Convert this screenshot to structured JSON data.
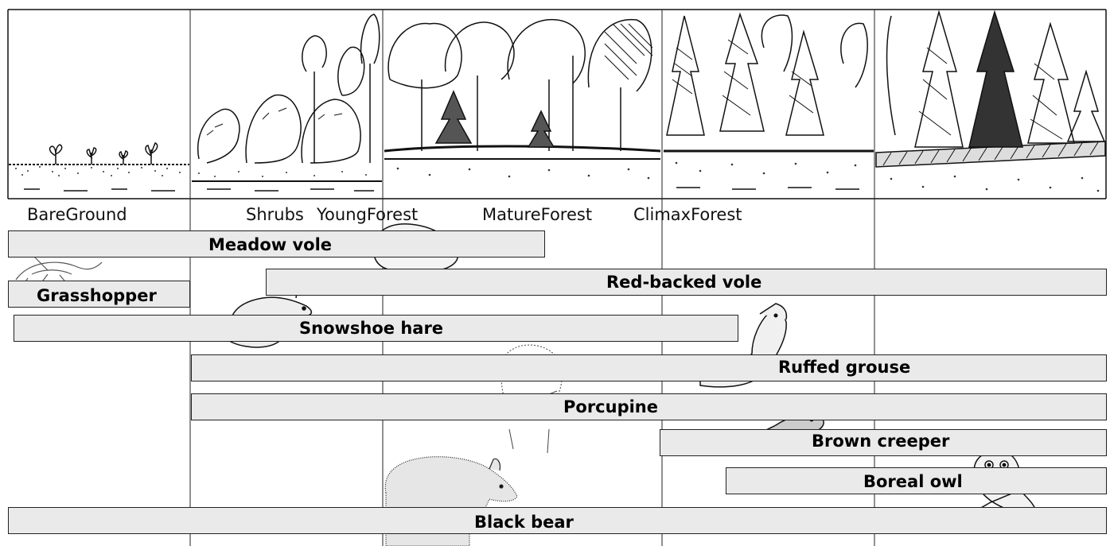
{
  "stages": [
    "BareGround",
    "Shrubs",
    "YoungForest",
    "MatureForest",
    "ClimaxForest"
  ],
  "species": [
    {
      "name": "Meadow vole",
      "from": "BareGround",
      "to": "MatureForest"
    },
    {
      "name": "Grasshopper",
      "from": "BareGround",
      "to": "BareGround"
    },
    {
      "name": "Red-backed vole",
      "from": "Shrubs",
      "to": "ClimaxForest"
    },
    {
      "name": "Snowshoe hare",
      "from": "BareGround",
      "to": "MatureForest"
    },
    {
      "name": "Ruffed grouse",
      "from": "Shrubs",
      "to": "ClimaxForest"
    },
    {
      "name": "Porcupine",
      "from": "Shrubs",
      "to": "ClimaxForest"
    },
    {
      "name": "Brown creeper",
      "from": "MatureForest",
      "to": "ClimaxForest"
    },
    {
      "name": "Boreal owl",
      "from": "MatureForest",
      "to": "ClimaxForest"
    },
    {
      "name": "Black bear",
      "from": "BareGround",
      "to": "ClimaxForest"
    }
  ],
  "icons": [
    "plant-icon",
    "tree-icon",
    "grasshopper-icon",
    "vole-icon",
    "hare-icon",
    "grouse-icon",
    "porcupine-icon",
    "creeper-icon",
    "owl-icon",
    "bear-icon"
  ],
  "colors": {
    "bar_fill": "#eaeaea",
    "line": "#222222"
  }
}
